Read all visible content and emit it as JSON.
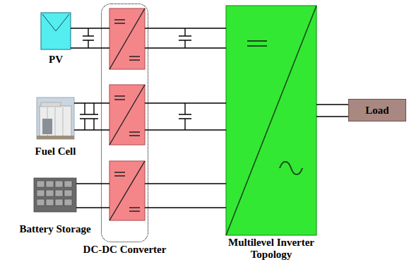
{
  "diagram": {
    "nodes": [
      {
        "text": [
          "PV"
        ]
      },
      {
        "text": [
          "Fuel Cell"
        ]
      },
      {
        "text": [
          "Battery Storage"
        ]
      },
      {
        "text": [
          "DC-DC Converter"
        ]
      },
      {
        "text": [
          "Multilevel Inverter Topology"
        ]
      },
      {
        "text": [
          "Load"
        ]
      }
    ],
    "edges": [
      {
        "from": 0,
        "to": 3,
        "arrow": "none"
      },
      {
        "from": 1,
        "to": 3,
        "arrow": "none"
      },
      {
        "from": 2,
        "to": 3,
        "arrow": "none"
      },
      {
        "from": 3,
        "to": 4,
        "arrow": "none"
      },
      {
        "from": 4,
        "to": 5,
        "arrow": "none"
      }
    ]
  }
}
